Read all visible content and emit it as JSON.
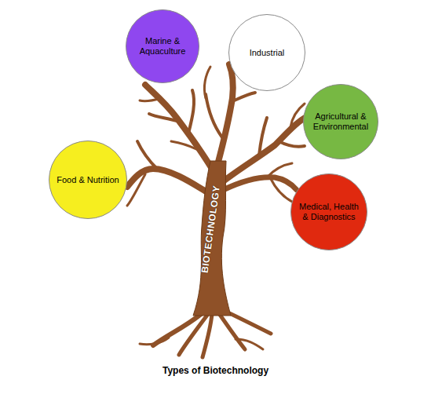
{
  "diagram": {
    "caption": "Types of Biotechnology",
    "nodes": [
      {
        "text": [
          "Marine & Aquaculture"
        ]
      },
      {
        "text": [
          "Industrial"
        ]
      },
      {
        "text": [
          "Agricultural & Environmental"
        ]
      },
      {
        "text": [
          "Food & Nutrition"
        ]
      },
      {
        "text": [
          "Medical, Health & Diagnostics"
        ]
      }
    ],
    "labels": [
      "BIOTECHNOLOGY"
    ]
  }
}
